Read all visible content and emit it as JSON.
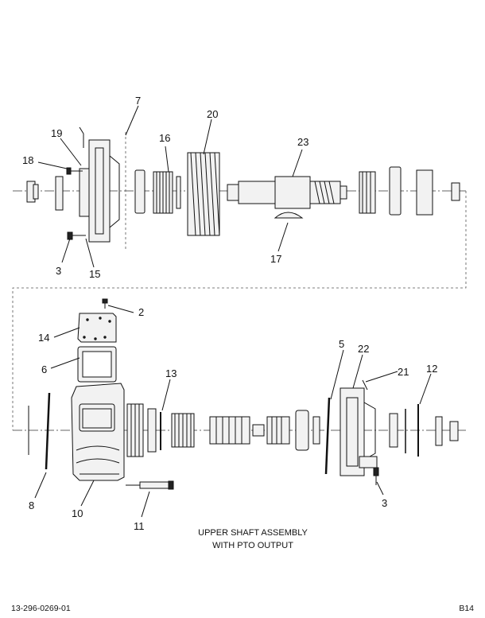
{
  "diagram": {
    "caption_line1": "UPPER SHAFT ASSEMBLY",
    "caption_line2": "WITH PTO OUTPUT",
    "footer_left": "13-296-0269-01",
    "footer_right": "B14",
    "top_callouts": {
      "c7": "7",
      "c19": "19",
      "c18": "18",
      "c16": "16",
      "c20": "20",
      "c23": "23",
      "c3": "3",
      "c15": "15",
      "c17": "17"
    },
    "bottom_callouts": {
      "c2": "2",
      "c14": "14",
      "c6": "6",
      "c13": "13",
      "c5": "5",
      "c22": "22",
      "c21": "21",
      "c12": "12",
      "c8": "8",
      "c10": "10",
      "c11": "11",
      "c3b": "3"
    }
  }
}
